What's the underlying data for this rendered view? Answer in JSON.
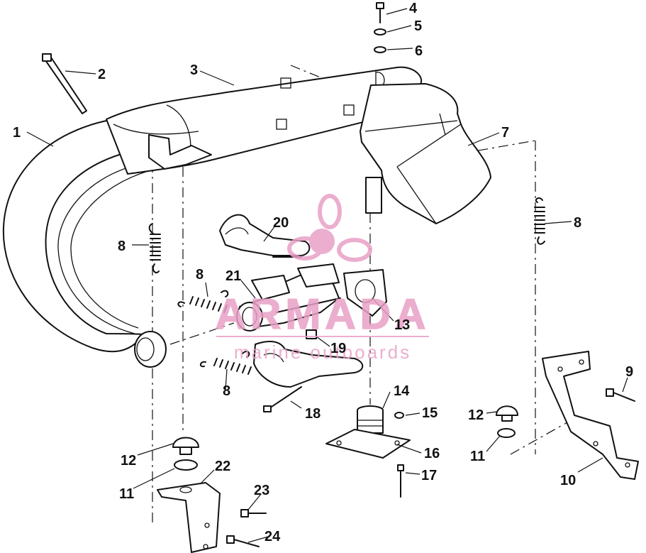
{
  "diagram": {
    "callouts": [
      "1",
      "2",
      "3",
      "4",
      "5",
      "6",
      "7",
      "8",
      "8",
      "8",
      "8",
      "9",
      "10",
      "11",
      "11",
      "12",
      "12",
      "13",
      "14",
      "15",
      "16",
      "17",
      "18",
      "19",
      "20",
      "21",
      "22",
      "23",
      "24"
    ]
  },
  "watermark": {
    "brand": "ARMADA",
    "tagline": "marine outboards",
    "color": "#e9a0c6"
  }
}
